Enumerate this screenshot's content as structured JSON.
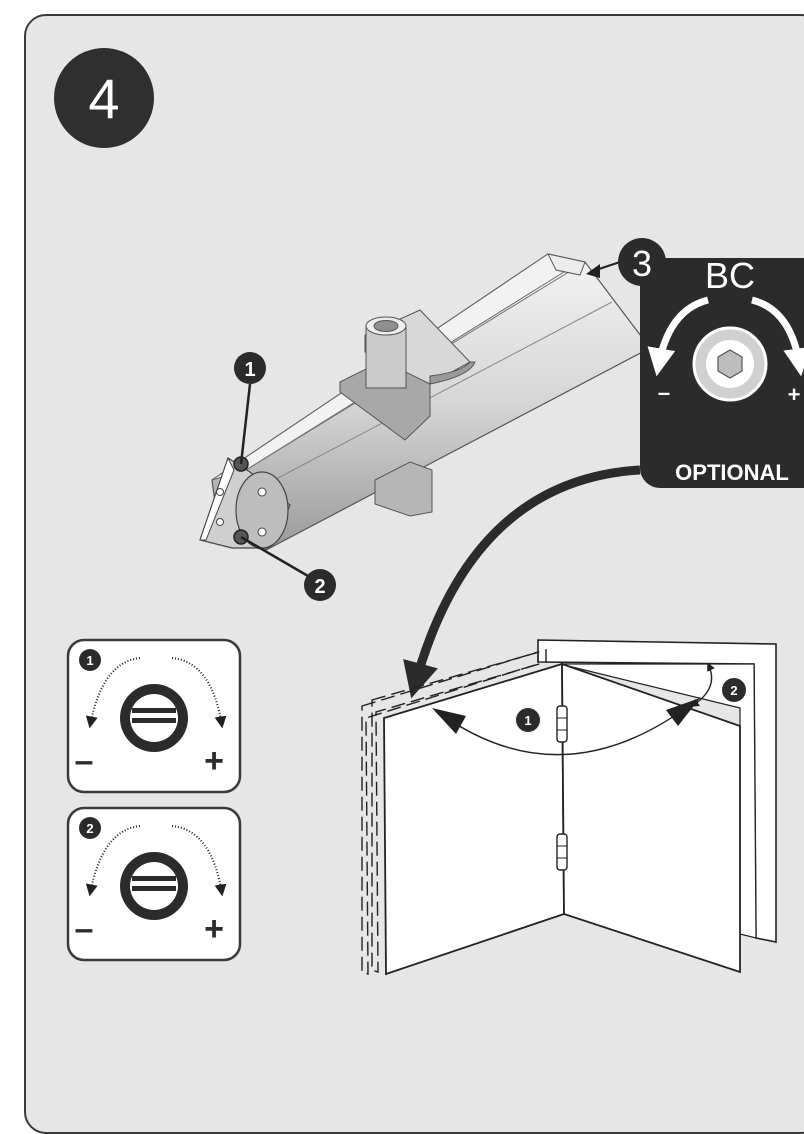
{
  "step": {
    "number": "4"
  },
  "callouts": {
    "screw1": "1",
    "screw2": "2",
    "bc_step": "3"
  },
  "optional_panel": {
    "code": "BC",
    "label": "OPTIONAL",
    "minus": "–",
    "plus": "+"
  },
  "adjust_panels": [
    {
      "number": "1",
      "minus": "–",
      "plus": "+"
    },
    {
      "number": "2",
      "minus": "–",
      "plus": "+"
    }
  ],
  "door": {
    "angle1_label": "1",
    "angle2_label": "2"
  },
  "colors": {
    "panel_bg": "#e6e6e6",
    "dark": "#2b2b2b",
    "outline": "#3a3a3a"
  }
}
